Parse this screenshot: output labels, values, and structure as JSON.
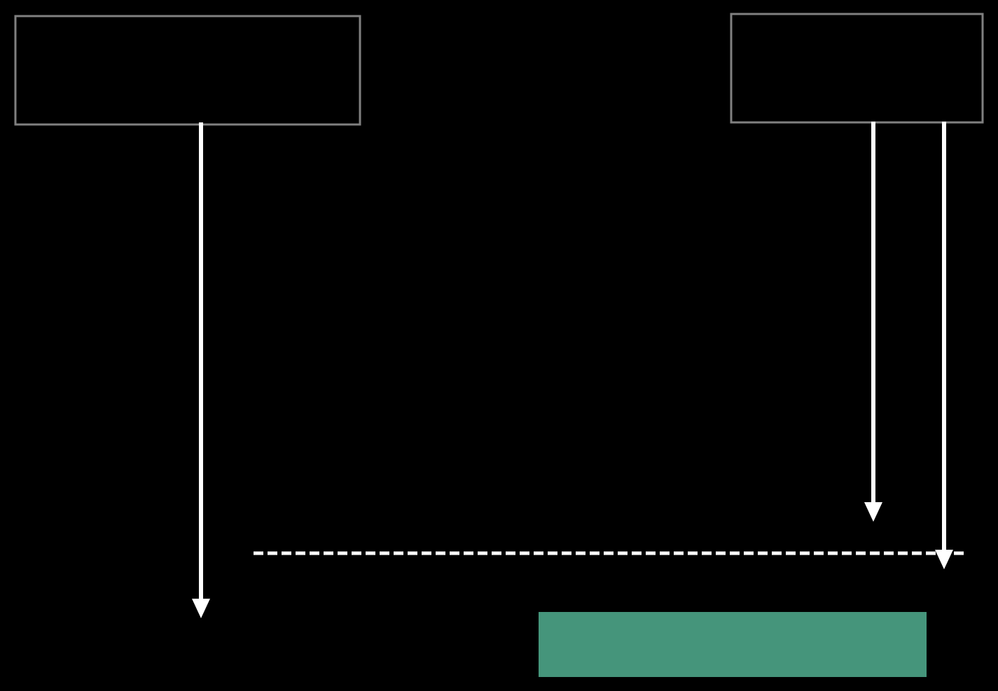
{
  "colors": {
    "background": "#000000",
    "box_border": "#808080",
    "arrow": "#ffffff",
    "dashed_line": "#ffffff",
    "highlight_block": "#45957b"
  },
  "diagram": {
    "boxes": [
      {
        "id": "box-left",
        "label": ""
      },
      {
        "id": "box-right",
        "label": ""
      }
    ],
    "arrows": [
      {
        "id": "arrow-left",
        "from": "box-left",
        "direction": "down"
      },
      {
        "id": "arrow-right-short",
        "from": "box-right",
        "direction": "down"
      },
      {
        "id": "arrow-right-long",
        "from": "box-right",
        "direction": "down"
      }
    ],
    "threshold_line": {
      "style": "dashed"
    },
    "highlight_block": {
      "label": ""
    }
  }
}
